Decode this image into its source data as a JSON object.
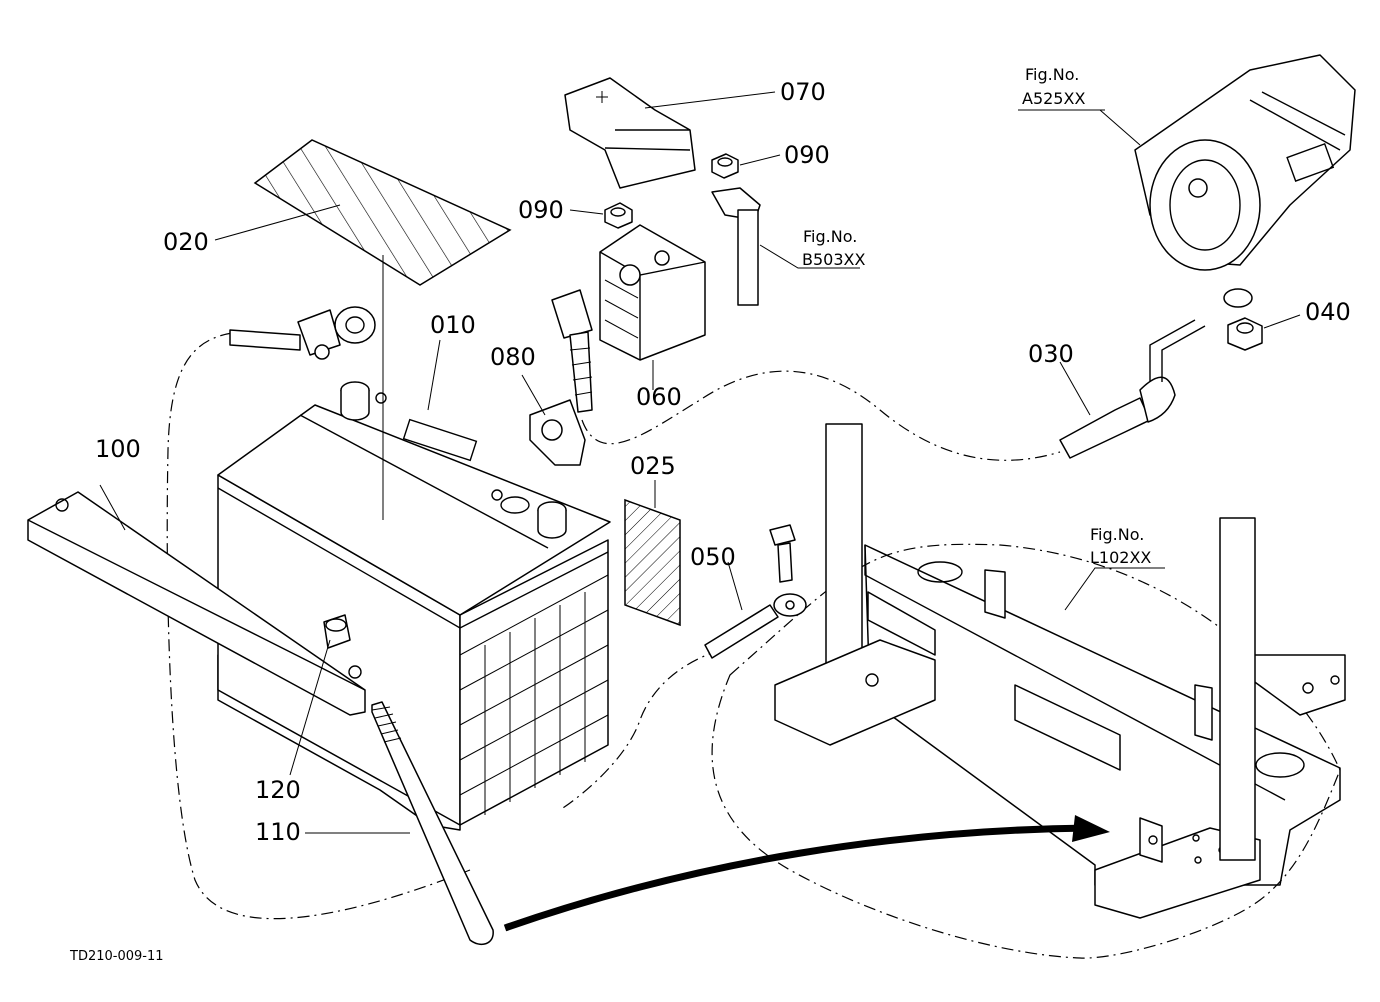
{
  "parts": [
    {
      "id": "010"
    },
    {
      "id": "020"
    },
    {
      "id": "025"
    },
    {
      "id": "030"
    },
    {
      "id": "040"
    },
    {
      "id": "050"
    },
    {
      "id": "060"
    },
    {
      "id": "070"
    },
    {
      "id": "080"
    },
    {
      "id": "090"
    },
    {
      "id": "090"
    },
    {
      "id": "100"
    },
    {
      "id": "110"
    },
    {
      "id": "120"
    }
  ],
  "figure_refs": [
    {
      "prefix": "Fig.No.",
      "code": "A525XX"
    },
    {
      "prefix": "Fig.No.",
      "code": "B503XX"
    },
    {
      "prefix": "Fig.No.",
      "code": "L102XX"
    }
  ],
  "drawing_code": "TD210-009-11"
}
